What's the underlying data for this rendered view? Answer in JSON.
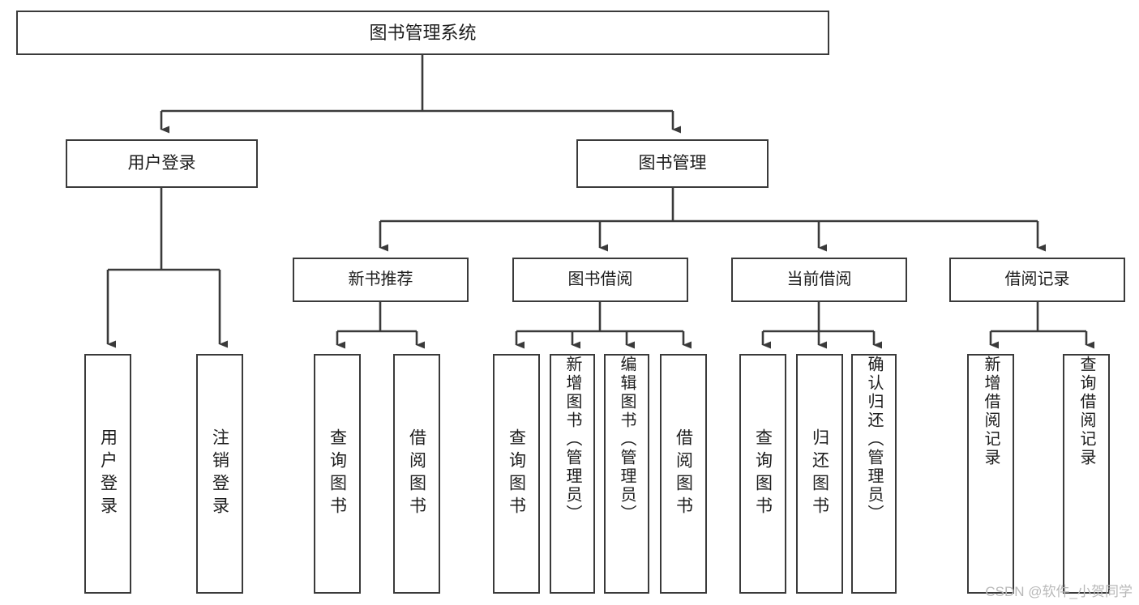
{
  "diagram": {
    "title": "图书管理系统",
    "type": "tree-hierarchy-diagram",
    "colors": {
      "box_border": "#3a3a3a",
      "box_fill": "#ffffff",
      "connector": "#3a3a3a",
      "text": "#1d1d1d",
      "watermark": "#b9b9b9",
      "background": "#ffffff"
    },
    "watermark": "CSDN @软件_小贺同学",
    "root": {
      "label": "图书管理系统"
    },
    "level2": [
      {
        "label": "用户登录"
      },
      {
        "label": "图书管理"
      }
    ],
    "level3": [
      {
        "label": "新书推荐"
      },
      {
        "label": "图书借阅"
      },
      {
        "label": "当前借阅"
      },
      {
        "label": "借阅记录"
      }
    ],
    "leaves": {
      "user_login": [
        {
          "label": "用户登录"
        },
        {
          "label": "注销登录"
        }
      ],
      "new_book_recommend": [
        {
          "label": "查询图书"
        },
        {
          "label": "借阅图书"
        }
      ],
      "book_borrow": [
        {
          "label": "查询图书"
        },
        {
          "label": "新增图书（管理员）"
        },
        {
          "label": "编辑图书（管理员）"
        },
        {
          "label": "借阅图书"
        }
      ],
      "current_borrow": [
        {
          "label": "查询图书"
        },
        {
          "label": "归还图书"
        },
        {
          "label": "确认归还（管理员）"
        }
      ],
      "borrow_record": [
        {
          "label": "新增借阅记录"
        },
        {
          "label": "查询借阅记录"
        }
      ]
    }
  }
}
